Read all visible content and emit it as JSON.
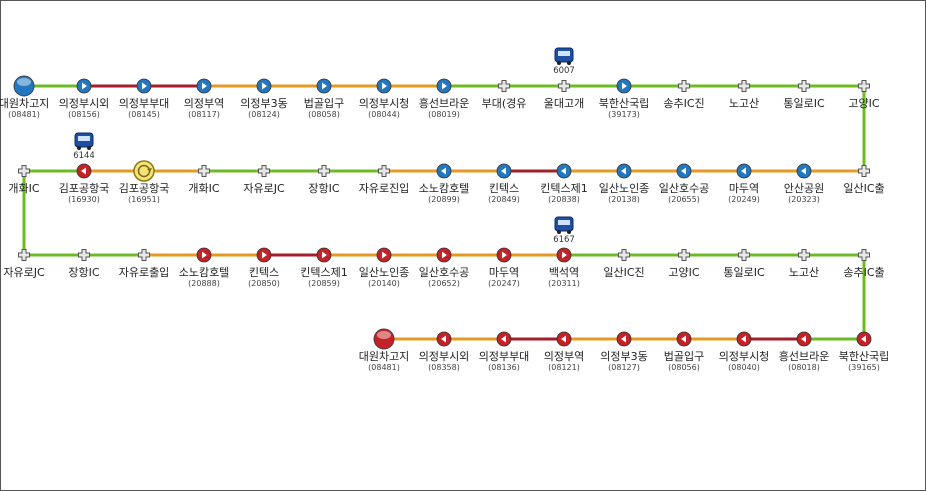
{
  "colors": {
    "green": "#6cbb24",
    "red": "#a31f2b",
    "orange": "#e49a22",
    "blue_stop": "#2277c0",
    "red_stop": "#c42226",
    "gray_stop": "#9a9a9a"
  },
  "rows": [
    {
      "direction": "forward",
      "stops": [
        {
          "name": "대원차고지",
          "code": "(08481)",
          "kind": "terminal-blue"
        },
        {
          "name": "의정부시외",
          "code": "(08156)",
          "kind": "blue"
        },
        {
          "name": "의정부부대",
          "code": "(08145)",
          "kind": "blue"
        },
        {
          "name": "의정부역",
          "code": "(08117)",
          "kind": "blue"
        },
        {
          "name": "의정부3동",
          "code": "(08124)",
          "kind": "blue"
        },
        {
          "name": "법골입구",
          "code": "(08058)",
          "kind": "blue"
        },
        {
          "name": "의정부시청",
          "code": "(08044)",
          "kind": "blue"
        },
        {
          "name": "흥선브라운",
          "code": "(08019)",
          "kind": "blue"
        },
        {
          "name": "부대(경유",
          "code": "",
          "kind": "gray"
        },
        {
          "name": "울대고개",
          "code": "",
          "kind": "gray"
        },
        {
          "name": "북한산국립",
          "code": "(39173)",
          "kind": "blue"
        },
        {
          "name": "송추IC진",
          "code": "",
          "kind": "gray"
        },
        {
          "name": "노고산",
          "code": "",
          "kind": "gray"
        },
        {
          "name": "통일로IC",
          "code": "",
          "kind": "gray"
        },
        {
          "name": "고양IC",
          "code": "",
          "kind": "gray"
        }
      ],
      "segments": [
        "green",
        "red",
        "red",
        "orange",
        "orange",
        "orange",
        "orange",
        "green",
        "green",
        "green",
        "green",
        "green",
        "green",
        "green"
      ]
    },
    {
      "direction": "backward",
      "stops": [
        {
          "name": "개화IC",
          "code": "",
          "kind": "gray"
        },
        {
          "name": "김포공항국",
          "code": "(16930)",
          "kind": "red"
        },
        {
          "name": "김포공항국",
          "code": "(16951)",
          "kind": "turn"
        },
        {
          "name": "개화IC",
          "code": "",
          "kind": "gray"
        },
        {
          "name": "자유로JC",
          "code": "",
          "kind": "gray"
        },
        {
          "name": "장항IC",
          "code": "",
          "kind": "gray"
        },
        {
          "name": "자유로진입",
          "code": "",
          "kind": "gray"
        },
        {
          "name": "소노캄호텔",
          "code": "(20899)",
          "kind": "blue"
        },
        {
          "name": "킨텍스",
          "code": "(20849)",
          "kind": "blue"
        },
        {
          "name": "킨텍스제1",
          "code": "(20838)",
          "kind": "blue"
        },
        {
          "name": "일산노인종",
          "code": "(20138)",
          "kind": "blue"
        },
        {
          "name": "일산호수공",
          "code": "(20655)",
          "kind": "blue"
        },
        {
          "name": "마두역",
          "code": "(20249)",
          "kind": "blue"
        },
        {
          "name": "안산공원",
          "code": "(20323)",
          "kind": "blue"
        },
        {
          "name": "일산IC출",
          "code": "",
          "kind": "gray"
        }
      ],
      "segments": [
        "green",
        "orange",
        "orange",
        "green",
        "green",
        "green",
        "orange",
        "orange",
        "red",
        "orange",
        "orange",
        "orange",
        "orange",
        "orange"
      ]
    },
    {
      "direction": "forward",
      "stops": [
        {
          "name": "자유로JC",
          "code": "",
          "kind": "gray"
        },
        {
          "name": "장항IC",
          "code": "",
          "kind": "gray"
        },
        {
          "name": "자유로출입",
          "code": "",
          "kind": "gray"
        },
        {
          "name": "소노캄호텔",
          "code": "(20888)",
          "kind": "red"
        },
        {
          "name": "킨텍스",
          "code": "(20850)",
          "kind": "red"
        },
        {
          "name": "킨텍스제1",
          "code": "(20859)",
          "kind": "red"
        },
        {
          "name": "일산노인종",
          "code": "(20140)",
          "kind": "red"
        },
        {
          "name": "일산호수공",
          "code": "(20652)",
          "kind": "red"
        },
        {
          "name": "마두역",
          "code": "(20247)",
          "kind": "red"
        },
        {
          "name": "백석역",
          "code": "(20311)",
          "kind": "red"
        },
        {
          "name": "일산IC진",
          "code": "",
          "kind": "gray"
        },
        {
          "name": "고양IC",
          "code": "",
          "kind": "gray"
        },
        {
          "name": "통일로IC",
          "code": "",
          "kind": "gray"
        },
        {
          "name": "노고산",
          "code": "",
          "kind": "gray"
        },
        {
          "name": "송추IC출",
          "code": "",
          "kind": "gray"
        }
      ],
      "segments": [
        "green",
        "green",
        "orange",
        "orange",
        "red",
        "orange",
        "orange",
        "orange",
        "orange",
        "green",
        "green",
        "green",
        "green",
        "green"
      ]
    },
    {
      "direction": "backward",
      "stops": [
        {
          "name": "대원차고지",
          "code": "(08481)",
          "kind": "terminal-red"
        },
        {
          "name": "의정부시외",
          "code": "(08358)",
          "kind": "red"
        },
        {
          "name": "의정부부대",
          "code": "(08136)",
          "kind": "red"
        },
        {
          "name": "의정부역",
          "code": "(08121)",
          "kind": "red"
        },
        {
          "name": "의정부3동",
          "code": "(08127)",
          "kind": "red"
        },
        {
          "name": "법골입구",
          "code": "(08056)",
          "kind": "red"
        },
        {
          "name": "의정부시청",
          "code": "(08040)",
          "kind": "red"
        },
        {
          "name": "흥선브라운",
          "code": "(08018)",
          "kind": "red"
        },
        {
          "name": "북한산국립",
          "code": "(39165)",
          "kind": "red"
        }
      ],
      "segments": [
        "orange",
        "orange",
        "red",
        "orange",
        "orange",
        "orange",
        "red",
        "green"
      ]
    }
  ],
  "connector_colors": [
    "green",
    "green",
    "green"
  ],
  "buses": [
    {
      "number": "6007",
      "row": 0,
      "stop": 9
    },
    {
      "number": "6144",
      "row": 1,
      "stop": 1
    },
    {
      "number": "6167",
      "row": 2,
      "stop": 9
    }
  ]
}
